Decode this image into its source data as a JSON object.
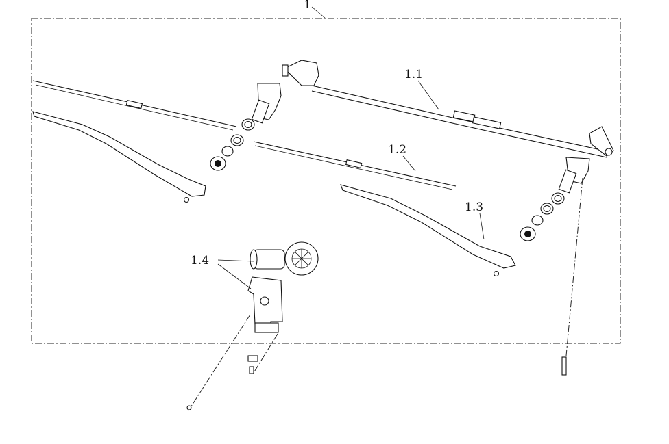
{
  "diagram": {
    "title": "Windshield wiper assembly exploded view",
    "labels": {
      "assembly": "1",
      "linkage": "1.1",
      "blade": "1.2",
      "arm": "1.3",
      "motor_bracket": "1.4"
    }
  }
}
